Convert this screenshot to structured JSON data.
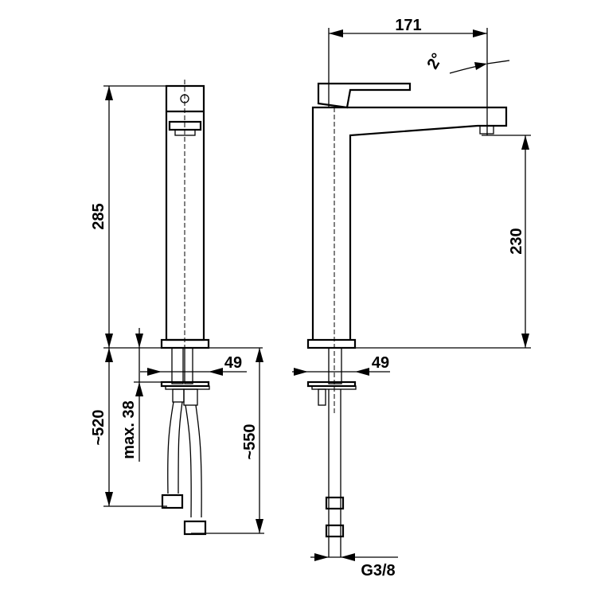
{
  "dimensions": {
    "spout_reach": "171",
    "spout_angle": "2°",
    "total_height": "285",
    "spout_height": "230",
    "base_width_left": "49",
    "base_width_right": "49",
    "hose_length_left": "~520",
    "max_thickness": "max. 38",
    "hose_length_right": "~550",
    "thread": "G3/8"
  }
}
